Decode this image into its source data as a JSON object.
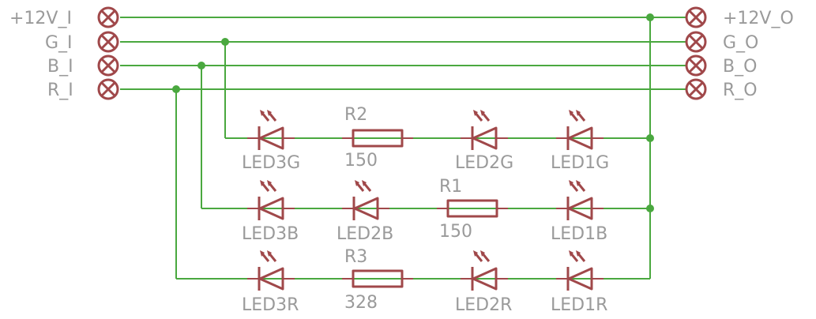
{
  "connectors": {
    "left": [
      {
        "label": "+12V_I"
      },
      {
        "label": "G_I"
      },
      {
        "label": "B_I"
      },
      {
        "label": "R_I"
      }
    ],
    "right": [
      {
        "label": "+12V_O"
      },
      {
        "label": "G_O"
      },
      {
        "label": "B_O"
      },
      {
        "label": "R_O"
      }
    ]
  },
  "resistors": [
    {
      "name": "R2",
      "value": "150"
    },
    {
      "name": "R1",
      "value": "150"
    },
    {
      "name": "R3",
      "value": "328"
    }
  ],
  "leds": [
    {
      "name": "LED3G"
    },
    {
      "name": "LED2G"
    },
    {
      "name": "LED1G"
    },
    {
      "name": "LED3B"
    },
    {
      "name": "LED2B"
    },
    {
      "name": "LED1B"
    },
    {
      "name": "LED3R"
    },
    {
      "name": "LED2R"
    },
    {
      "name": "LED1R"
    }
  ],
  "colors": {
    "wire": "#4aa83f",
    "component": "#a0484a",
    "label": "#9a9a9a"
  }
}
